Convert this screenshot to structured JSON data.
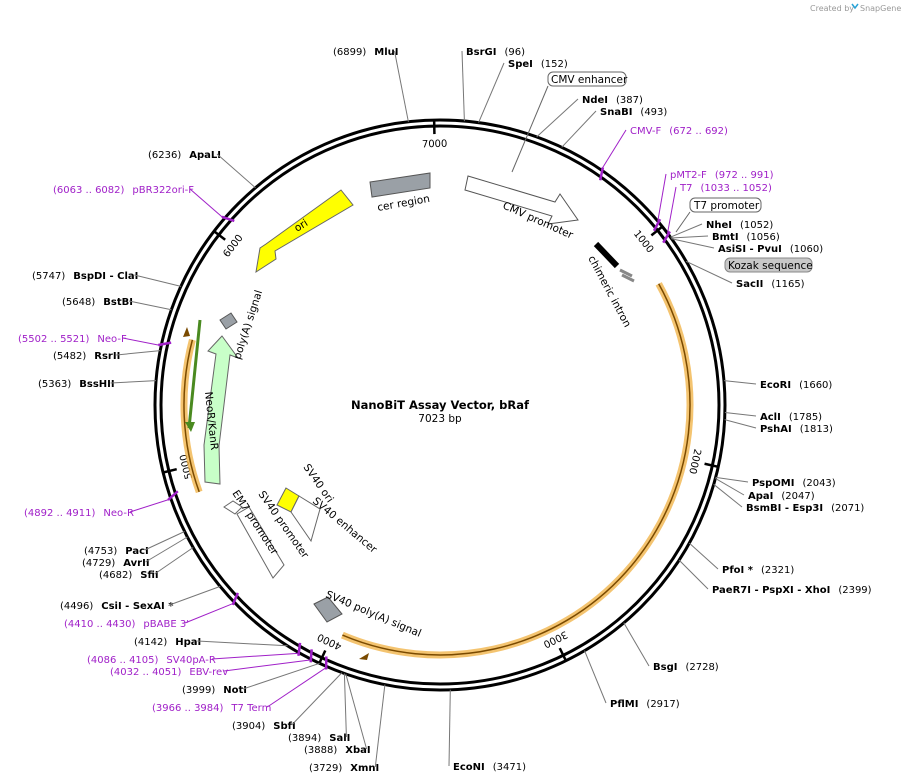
{
  "credit": {
    "prefix": "Created by",
    "brand": "SnapGene"
  },
  "plasmid": {
    "name": "NanoBiT Assay Vector, bRaf",
    "length_label": "7023 bp",
    "length": 7023
  },
  "ticks": [
    "1000",
    "2000",
    "3000",
    "4000",
    "5000",
    "6000",
    "7000"
  ],
  "features": [
    {
      "name": "CMV enhancer",
      "type": "enhancer",
      "color": "#ffffff",
      "boxed": true
    },
    {
      "name": "CMV promoter",
      "type": "promoter",
      "color": "#ffffff"
    },
    {
      "name": "chimeric intron",
      "type": "intron",
      "color": "#000000"
    },
    {
      "name": "T7 promoter",
      "type": "promoter",
      "color": "#ffffff",
      "boxed": true
    },
    {
      "name": "Kozak sequence",
      "type": "misc",
      "color": "#c8c8c8",
      "boxed": true
    },
    {
      "name": "SV40 poly(A) signal",
      "type": "terminator",
      "color": "#999999"
    },
    {
      "name": "EM7 promoter",
      "type": "promoter",
      "color": "#ffffff"
    },
    {
      "name": "SV40 promoter",
      "type": "promoter",
      "color": "#ffffff"
    },
    {
      "name": "SV40 ori",
      "type": "rep_origin",
      "color": "#ffff00"
    },
    {
      "name": "SV40 enhancer",
      "type": "enhancer",
      "color": "#ffffff"
    },
    {
      "name": "NeoR/KanR",
      "type": "CDS",
      "color": "#c8ffc8"
    },
    {
      "name": "poly(A) signal",
      "type": "terminator",
      "color": "#999999"
    },
    {
      "name": "ori",
      "type": "rep_origin",
      "color": "#ffff00"
    },
    {
      "name": "cer region",
      "type": "misc",
      "color": "#999999"
    }
  ],
  "sites": [
    {
      "name": "MluI",
      "pos": "(6899)"
    },
    {
      "name": "BsrGI",
      "pos": "(96)"
    },
    {
      "name": "SpeI",
      "pos": "(152)"
    },
    {
      "name": "NdeI",
      "pos": "(387)"
    },
    {
      "name": "SnaBI",
      "pos": "(493)"
    },
    {
      "name": "CMV-F",
      "pos": "(672 .. 692)",
      "primer": true
    },
    {
      "name": "pMT2-F",
      "pos": "(972 .. 991)",
      "primer": true
    },
    {
      "name": "T7",
      "pos": "(1033 .. 1052)",
      "primer": true
    },
    {
      "name": "NheI",
      "pos": "(1052)"
    },
    {
      "name": "BmtI",
      "pos": "(1056)"
    },
    {
      "name": "AsiSI - PvuI",
      "pos": "(1060)"
    },
    {
      "name": "SacII",
      "pos": "(1165)"
    },
    {
      "name": "EcoRI",
      "pos": "(1660)"
    },
    {
      "name": "AclI",
      "pos": "(1785)"
    },
    {
      "name": "PshAI",
      "pos": "(1813)"
    },
    {
      "name": "PspOMI",
      "pos": "(2043)"
    },
    {
      "name": "ApaI",
      "pos": "(2047)"
    },
    {
      "name": "BsmBI - Esp3I",
      "pos": "(2071)"
    },
    {
      "name": "PfoI *",
      "pos": "(2321)"
    },
    {
      "name": "PaeR7I - PspXI - XhoI",
      "pos": "(2399)"
    },
    {
      "name": "BsgI",
      "pos": "(2728)"
    },
    {
      "name": "PflMI",
      "pos": "(2917)"
    },
    {
      "name": "EcoNI",
      "pos": "(3471)"
    },
    {
      "name": "XmnI",
      "pos": "(3729)"
    },
    {
      "name": "XbaI",
      "pos": "(3888)"
    },
    {
      "name": "SalI",
      "pos": "(3894)"
    },
    {
      "name": "SbfI",
      "pos": "(3904)"
    },
    {
      "name": "T7 Term",
      "pos": "(3966 .. 3984)",
      "primer": true
    },
    {
      "name": "NotI",
      "pos": "(3999)"
    },
    {
      "name": "EBV-rev",
      "pos": "(4032 .. 4051)",
      "primer": true
    },
    {
      "name": "SV40pA-R",
      "pos": "(4086 .. 4105)",
      "primer": true
    },
    {
      "name": "HpaI",
      "pos": "(4142)"
    },
    {
      "name": "pBABE 3'",
      "pos": "(4410 .. 4430)",
      "primer": true
    },
    {
      "name": "CsiI - SexAI *",
      "pos": "(4496)"
    },
    {
      "name": "SfiI",
      "pos": "(4682)"
    },
    {
      "name": "AvrII",
      "pos": "(4729)"
    },
    {
      "name": "PacI",
      "pos": "(4753)"
    },
    {
      "name": "Neo-R",
      "pos": "(4892 .. 4911)",
      "primer": true
    },
    {
      "name": "BssHII",
      "pos": "(5363)"
    },
    {
      "name": "RsrII",
      "pos": "(5482)"
    },
    {
      "name": "Neo-F",
      "pos": "(5502 .. 5521)",
      "primer": true
    },
    {
      "name": "BstBI",
      "pos": "(5648)"
    },
    {
      "name": "BspDI - ClaI",
      "pos": "(5747)"
    },
    {
      "name": "pBR322ori-F",
      "pos": "(6063 .. 6082)",
      "primer": true
    },
    {
      "name": "ApaLI",
      "pos": "(6236)"
    }
  ],
  "colors": {
    "backbone": "#000000",
    "primer": "#a020c8",
    "insert": "#f0a020",
    "feature_outline": "#333333"
  }
}
